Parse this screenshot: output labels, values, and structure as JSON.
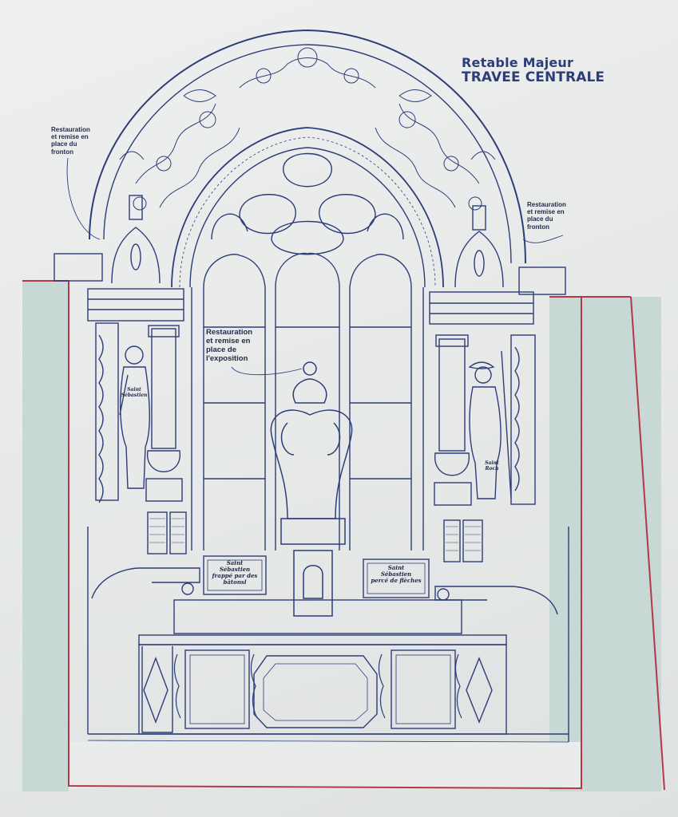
{
  "title": {
    "line1": "Retable Majeur",
    "line2": "TRAVEE CENTRALE"
  },
  "annotations": {
    "left_pediment": "Restauration\net remise en\nplace du\nfronton",
    "right_pediment": "Restauration\net remise en\nplace du\nfronton",
    "center_exposition": "Restauration\net remise en\nplace de\nl'exposition"
  },
  "plaques": {
    "left": "Saint\nSébastien\nfrappé par des\nbâtonsl",
    "right": "Saint\nSébastien\npercé de flèches"
  },
  "statues": {
    "left": "Saint\nSébastien",
    "right": "Saint\nRoch"
  },
  "colors": {
    "ink": "#2d3d78",
    "red_outline": "#b3384a",
    "wall_tint": "#c9d9d6"
  }
}
